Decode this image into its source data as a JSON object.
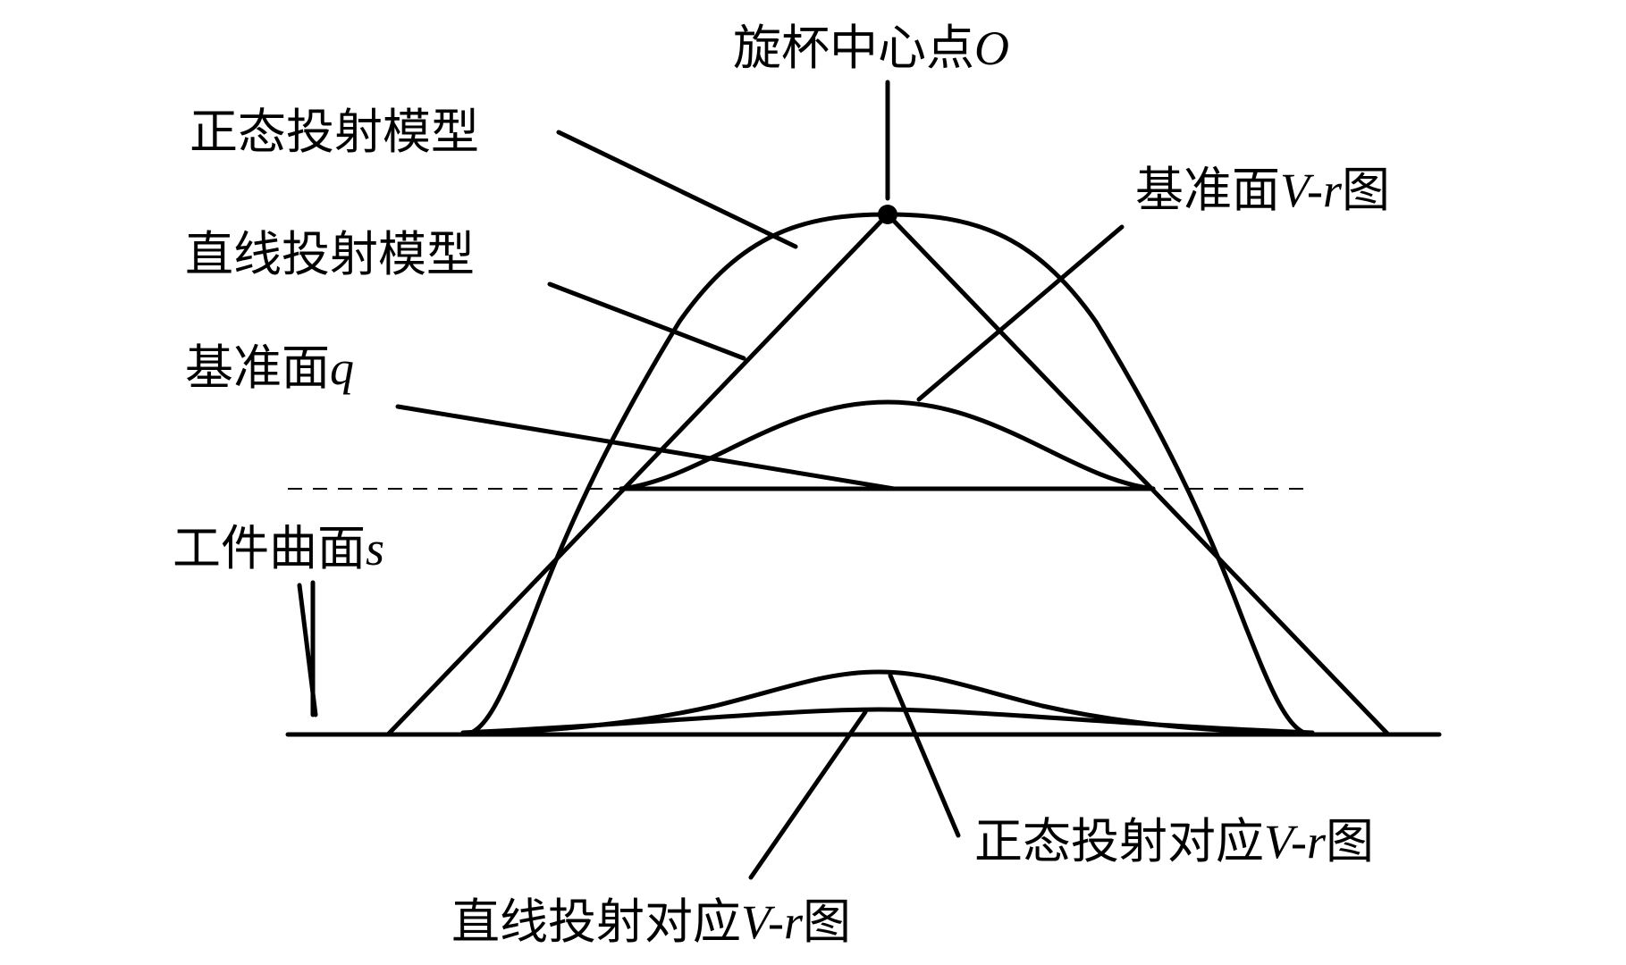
{
  "labels": {
    "center_point": {
      "text": "旋杯中心点",
      "symbol": "O"
    },
    "normal_projection_model": {
      "text": "正态投射模型"
    },
    "straight_projection_model": {
      "text": "直线投射模型"
    },
    "reference_plane": {
      "text": "基准面",
      "symbol": "q"
    },
    "workpiece_surface": {
      "text": "工件曲面",
      "symbol": "s"
    },
    "reference_vr": {
      "text": "基准面",
      "symbol": "V-r",
      "suffix": "图"
    },
    "normal_vr": {
      "text": "正态投射对应",
      "symbol": "V-r",
      "suffix": "图"
    },
    "straight_vr": {
      "text": "直线投射对应",
      "symbol": "V-r",
      "suffix": "图"
    }
  },
  "colors": {
    "line": "#000000",
    "background": "#ffffff"
  }
}
